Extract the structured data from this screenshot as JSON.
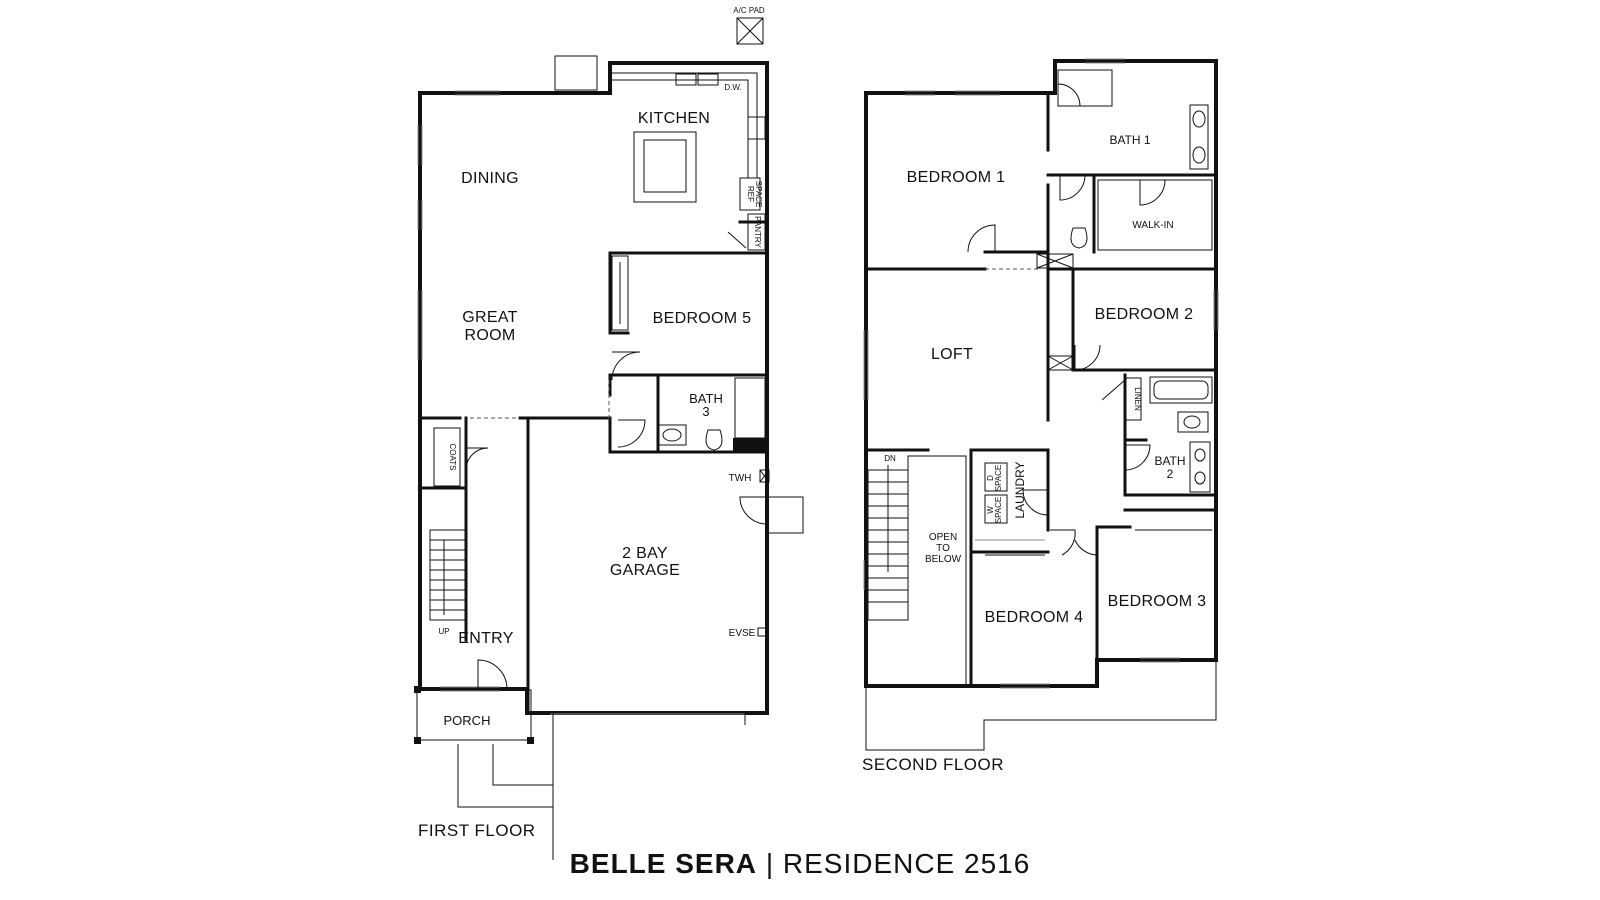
{
  "title": {
    "community": "BELLE SERA",
    "separator": "|",
    "residence": "RESIDENCE 2516"
  },
  "first_floor": {
    "label": "FIRST FLOOR",
    "ac_pad": "A/C PAD",
    "rooms": {
      "kitchen": "KITCHEN",
      "dining": "DINING",
      "great_room_1": "GREAT",
      "great_room_2": "ROOM",
      "bedroom_5": "BEDROOM 5",
      "bath_3_1": "BATH",
      "bath_3_2": "3",
      "garage_1": "2 BAY",
      "garage_2": "GARAGE",
      "entry": "ENTRY",
      "porch": "PORCH"
    },
    "fixtures": {
      "dishwasher": "D.W.",
      "ref_1": "REF",
      "ref_2": "SPACE",
      "pantry": "PANTRY",
      "coats": "COATS",
      "twh": "TWH",
      "evse": "EVSE",
      "up": "UP"
    }
  },
  "second_floor": {
    "label": "SECOND FLOOR",
    "rooms": {
      "bedroom_1": "BEDROOM 1",
      "bath_1": "BATH 1",
      "walk_in": "WALK-IN",
      "bedroom_2": "BEDROOM 2",
      "loft": "LOFT",
      "linen": "LINEN",
      "bath_2_1": "BATH",
      "bath_2_2": "2",
      "laundry": "LAUNDRY",
      "open_1": "OPEN",
      "open_2": "TO",
      "open_3": "BELOW",
      "bedroom_4": "BEDROOM 4",
      "bedroom_3": "BEDROOM 3"
    },
    "fixtures": {
      "dn": "DN",
      "w": "W",
      "d": "D",
      "space": "SPACE"
    }
  }
}
